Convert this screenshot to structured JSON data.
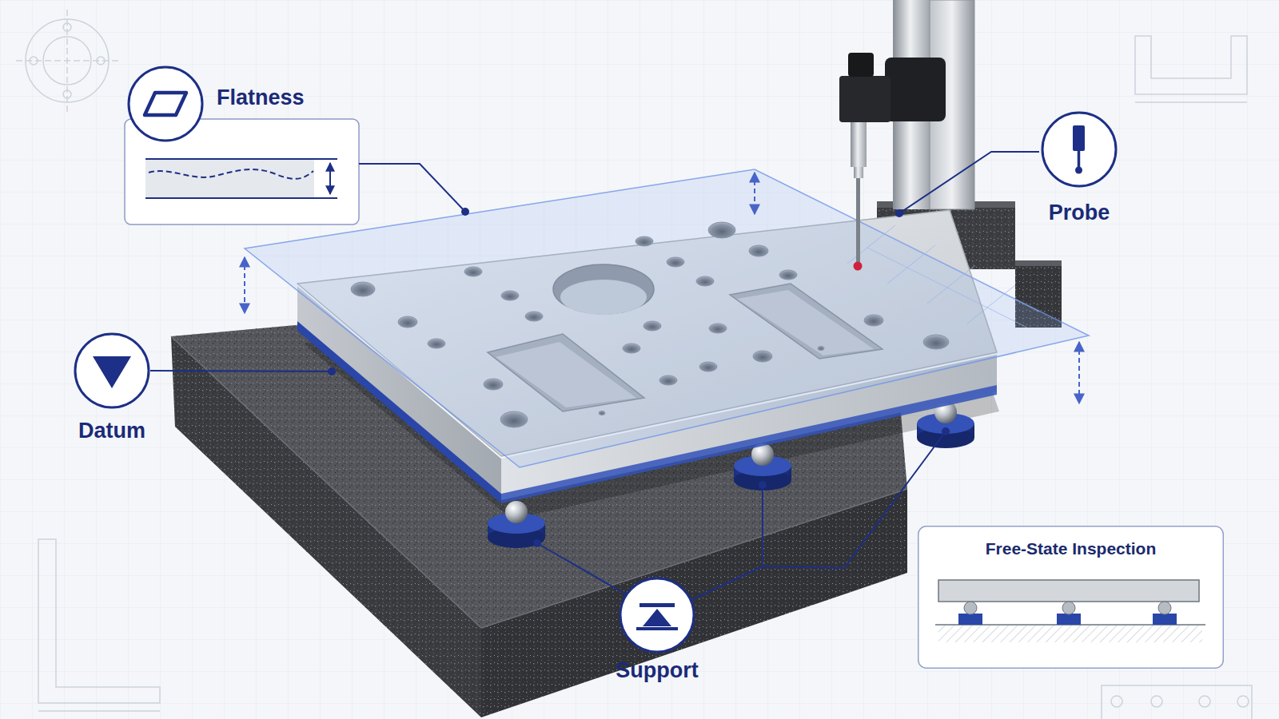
{
  "diagram": {
    "nodes": [
      {
        "text": [
          "Flatness"
        ]
      },
      {
        "text": [
          "Probe"
        ]
      },
      {
        "text": [
          "Datum"
        ]
      },
      {
        "text": [
          "Free-State Inspection"
        ]
      },
      {
        "text": [
          "Support"
        ]
      }
    ]
  }
}
